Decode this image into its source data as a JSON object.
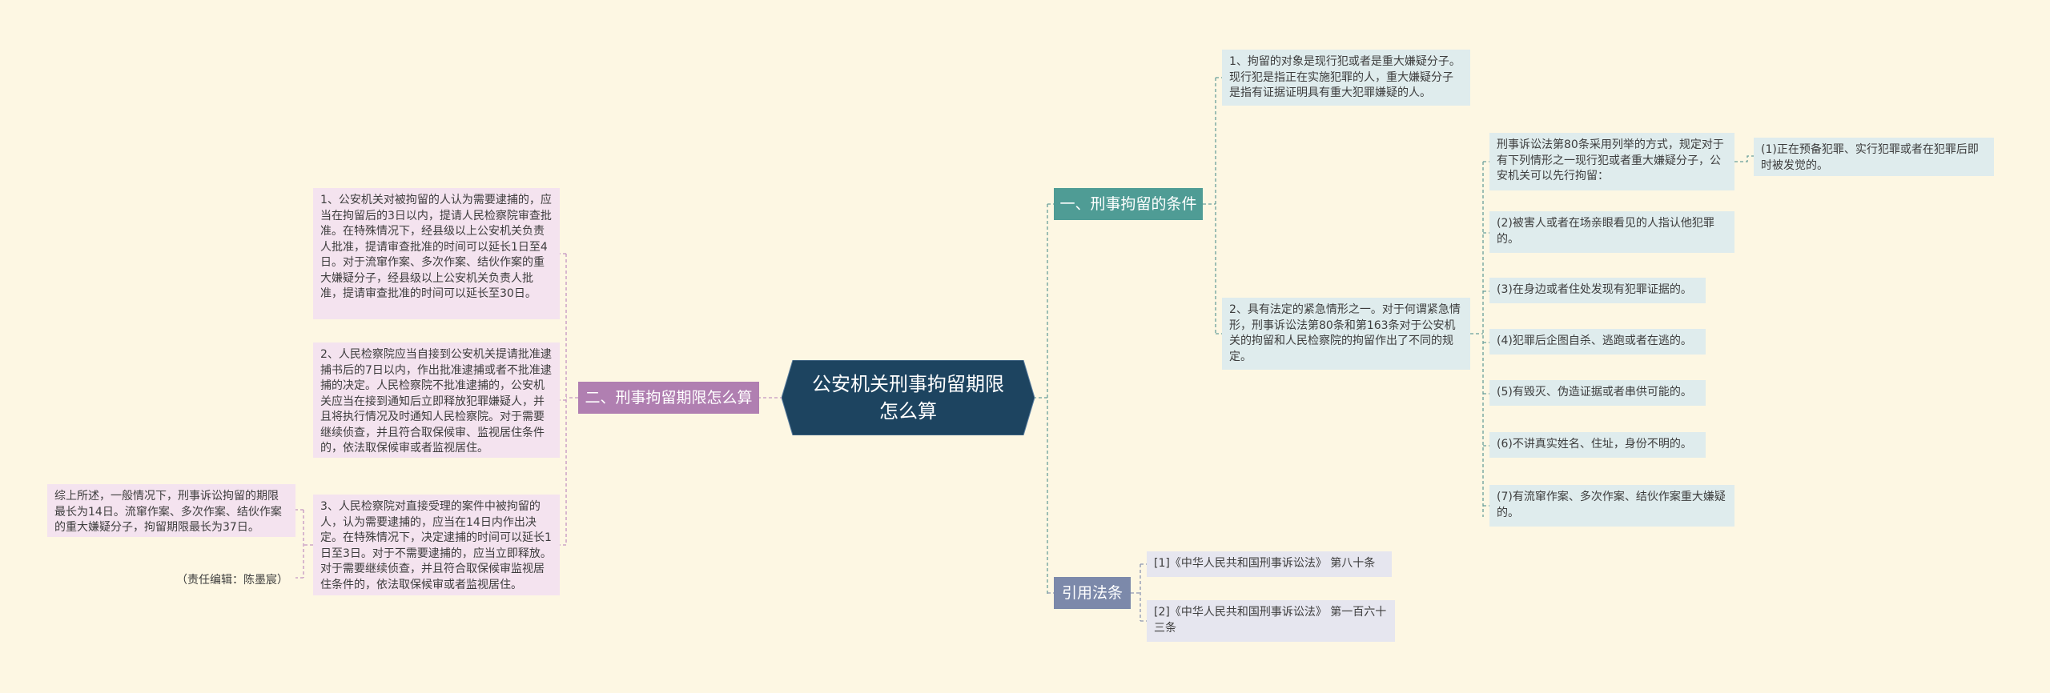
{
  "colors": {
    "background": "#fdf7e3",
    "root": "#1d4460",
    "branch_conditions": "#4f9c95",
    "branch_period": "#b07fb1",
    "branch_law": "#7c89aa",
    "leaf_blue": "#dfeced",
    "leaf_pink": "#f4e3ef",
    "leaf_lavender": "#e6e6ef",
    "connector_blue": "#6a9f9a",
    "connector_pink": "#c495c2",
    "connector_slate": "#8c96b2"
  },
  "root": {
    "title": "公安机关刑事拘留期限怎么算"
  },
  "branches": {
    "conditions": {
      "label": "一、刑事拘留的条件",
      "items": {
        "item1": "1、拘留的对象是现行犯或者是重大嫌疑分子。现行犯是指正在实施犯罪的人，重大嫌疑分子是指有证据证明具有重大犯罪嫌疑的人。",
        "item2": "2、具有法定的紧急情形之一。对于何谓紧急情形，刑事诉讼法第80条和第163条对于公安机关的拘留和人民检察院的拘留作出了不同的规定。"
      },
      "sub": {
        "intro": "刑事诉讼法第80条采用列举的方式，规定对于有下列情形之一现行犯或者重大嫌疑分子，公安机关可以先行拘留：",
        "intro_child": "(1)正在预备犯罪、实行犯罪或者在犯罪后即时被发觉的。",
        "s2": "(2)被害人或者在场亲眼看见的人指认他犯罪的。",
        "s3": "(3)在身边或者住处发现有犯罪证据的。",
        "s4": "(4)犯罪后企图自杀、逃跑或者在逃的。",
        "s5": "(5)有毁灭、伪造证据或者串供可能的。",
        "s6": "(6)不讲真实姓名、住址，身份不明的。",
        "s7": "(7)有流窜作案、多次作案、结伙作案重大嫌疑的。"
      }
    },
    "period": {
      "label": "二、刑事拘留期限怎么算",
      "items": {
        "item1": "1、公安机关对被拘留的人认为需要逮捕的，应当在拘留后的3日以内，提请人民检察院审查批准。在特殊情况下，经县级以上公安机关负责人批准，提请审查批准的时间可以延长1日至4日。对于流窜作案、多次作案、结伙作案的重大嫌疑分子，经县级以上公安机关负责人批准，提请审查批准的时间可以延长至30日。",
        "item2": "2、人民检察院应当自接到公安机关提请批准逮捕书后的7日以内，作出批准逮捕或者不批准逮捕的决定。人民检察院不批准逮捕的，公安机关应当在接到通知后立即释放犯罪嫌疑人，并且将执行情况及时通知人民检察院。对于需要继续侦查，并且符合取保候审、监视居住条件的，依法取保候审或者监视居住。",
        "item3": "3、人民检察院对直接受理的案件中被拘留的人，认为需要逮捕的，应当在14日内作出决定。在特殊情况下，决定逮捕的时间可以延长1日至3日。对于不需要逮捕的，应当立即释放。对于需要继续侦查，并且符合取保候审监视居住条件的，依法取保候审或者监视居住。"
      },
      "summary": "综上所述，一般情况下，刑事诉讼拘留的期限最长为14日。流窜作案、多次作案、结伙作案的重大嫌疑分子，拘留期限最长为37日。",
      "editor": "（责任编辑：陈墨宸）"
    },
    "law": {
      "label": "引用法条",
      "items": {
        "item1": "[1]《中华人民共和国刑事诉讼法》 第八十条",
        "item2": "[2]《中华人民共和国刑事诉讼法》 第一百六十三条"
      }
    }
  }
}
